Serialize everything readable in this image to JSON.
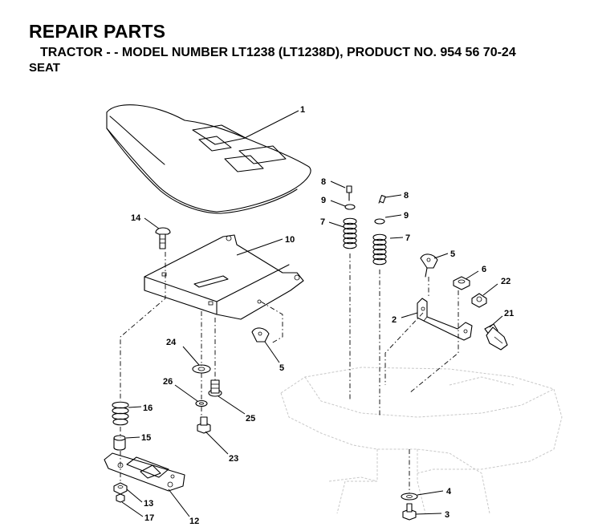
{
  "header": {
    "title": "REPAIR PARTS",
    "subtitle": "TRACTOR - - MODEL NUMBER LT1238 (LT1238D), PRODUCT NO. 954 56 70-24",
    "section": "SEAT"
  },
  "callouts": {
    "c1": "1",
    "c2": "2",
    "c3": "3",
    "c4": "4",
    "c5a": "5",
    "c5b": "5",
    "c6": "6",
    "c7a": "7",
    "c7b": "7",
    "c8a": "8",
    "c8b": "8",
    "c9a": "9",
    "c9b": "9",
    "c10": "10",
    "c12": "12",
    "c13": "13",
    "c14": "14",
    "c15": "15",
    "c16": "16",
    "c17": "17",
    "c21": "21",
    "c22": "22",
    "c23": "23",
    "c24": "24",
    "c25": "25",
    "c26": "26"
  }
}
